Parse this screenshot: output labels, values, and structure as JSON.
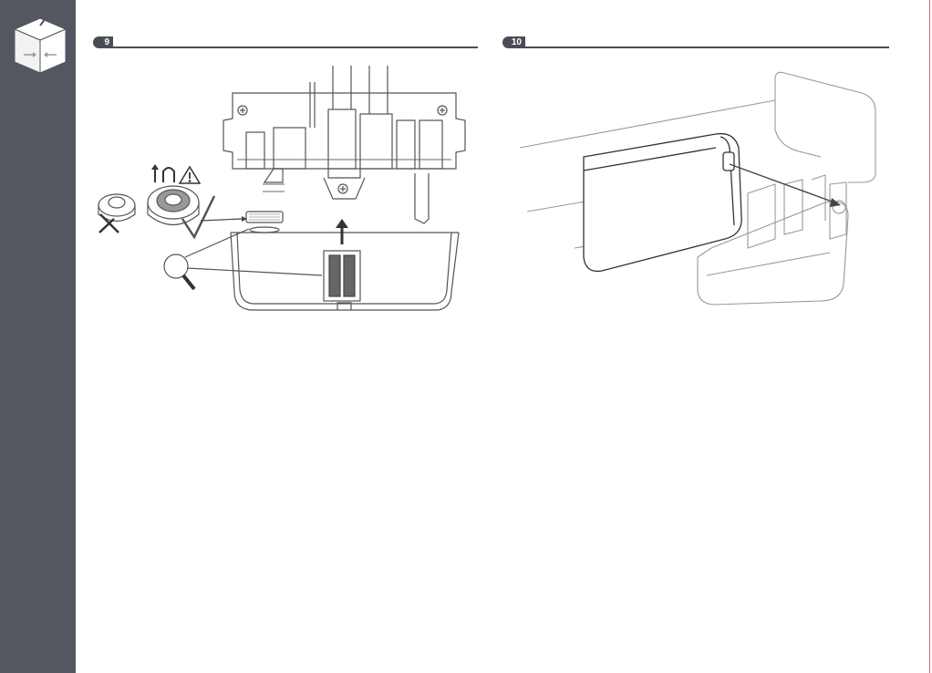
{
  "sidebar": {
    "icon": "box-with-arrows-icon",
    "color": "#545660"
  },
  "steps": [
    {
      "number": "9",
      "illustration": "magnet-filter-removal"
    },
    {
      "number": "10",
      "illustration": "cover-reattachment"
    }
  ],
  "colors": {
    "badge": "#4a4c55",
    "line_art": "#555555"
  }
}
